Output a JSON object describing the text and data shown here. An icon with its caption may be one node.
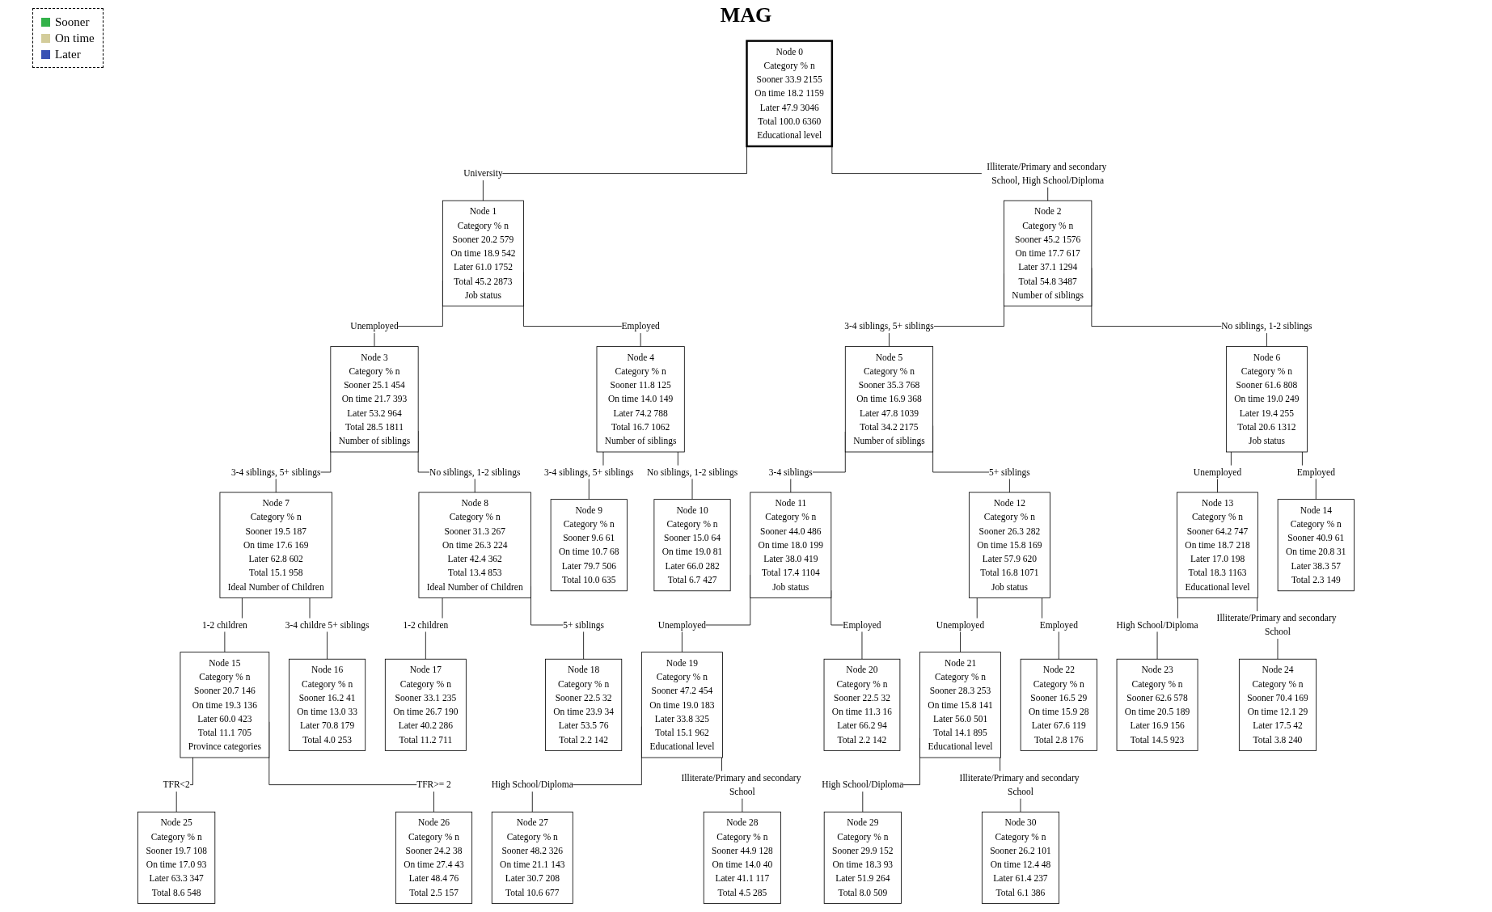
{
  "diagram": {
    "title": "MAG",
    "nodes": [
      {
        "text": [
          "Node 0",
          "Category % n",
          "Sooner 33.9 2155",
          "On time 18.2 1159",
          "Later 47.9 3046",
          "Total 100.0 6360",
          "Educational level"
        ]
      },
      {
        "text": [
          "Node 1",
          "Category % n",
          "Sooner 20.2 579",
          "On time 18.9 542",
          "Later 61.0 1752",
          "Total 45.2 2873",
          "Job status"
        ]
      },
      {
        "text": [
          "Node 2",
          "Category % n",
          "Sooner 45.2 1576",
          "On time 17.7 617",
          "Later 37.1 1294",
          "Total 54.8 3487",
          "Number of siblings"
        ]
      },
      {
        "text": [
          "Node 3",
          "Category % n",
          "Sooner 25.1 454",
          "On time 21.7 393",
          "Later 53.2 964",
          "Total 28.5 1811",
          "Number of siblings"
        ]
      },
      {
        "text": [
          "Node 4",
          "Category % n",
          "Sooner 11.8 125",
          "On time 14.0 149",
          "Later 74.2 788",
          "Total 16.7 1062",
          "Number of siblings"
        ]
      },
      {
        "text": [
          "Node 5",
          "Category % n",
          "Sooner 35.3 768",
          "On time 16.9 368",
          "Later 47.8 1039",
          "Total 34.2 2175",
          "Number of siblings"
        ]
      },
      {
        "text": [
          "Node 6",
          "Category % n",
          "Sooner 61.6 808",
          "On time 19.0 249",
          "Later 19.4 255",
          "Total 20.6 1312",
          "Job status"
        ]
      },
      {
        "text": [
          "Node 7",
          "Category % n",
          "Sooner 19.5 187",
          "On time 17.6 169",
          "Later 62.8 602",
          "Total 15.1 958",
          "Ideal Number of Children"
        ]
      },
      {
        "text": [
          "Node 8",
          "Category % n",
          "Sooner 31.3 267",
          "On time 26.3 224",
          "Later 42.4 362",
          "Total 13.4 853",
          "Ideal Number of Children"
        ]
      },
      {
        "text": [
          "Node 9",
          "Category % n",
          "Sooner 9.6 61",
          "On time 10.7 68",
          "Later 79.7 506",
          "Total 10.0 635"
        ]
      },
      {
        "text": [
          "Node 10",
          "Category % n",
          "Sooner 15.0 64",
          "On time 19.0 81",
          "Later 66.0 282",
          "Total 6.7 427"
        ]
      },
      {
        "text": [
          "Node 11",
          "Category % n",
          "Sooner 44.0 486",
          "On time 18.0 199",
          "Later 38.0 419",
          "Total 17.4 1104",
          "Job status"
        ]
      },
      {
        "text": [
          "Node 12",
          "Category % n",
          "Sooner 26.3 282",
          "On time 15.8 169",
          "Later 57.9 620",
          "Total 16.8 1071",
          "Job status"
        ]
      },
      {
        "text": [
          "Node 13",
          "Category % n",
          "Sooner 64.2 747",
          "On time 18.7 218",
          "Later 17.0 198",
          "Total 18.3 1163",
          "Educational level"
        ]
      },
      {
        "text": [
          "Node 14",
          "Category % n",
          "Sooner 40.9 61",
          "On time 20.8 31",
          "Later 38.3 57",
          "Total 2.3 149"
        ]
      },
      {
        "text": [
          "Node 15",
          "Category % n",
          "Sooner 20.7 146",
          "On time 19.3 136",
          "Later 60.0 423",
          "Total 11.1 705",
          "Province categories"
        ]
      },
      {
        "text": [
          "Node 16",
          "Category % n",
          "Sooner 16.2 41",
          "On time 13.0 33",
          "Later 70.8 179",
          "Total 4.0 253"
        ]
      },
      {
        "text": [
          "Node 17",
          "Category % n",
          "Sooner 33.1 235",
          "On time 26.7 190",
          "Later 40.2 286",
          "Total 11.2 711"
        ]
      },
      {
        "text": [
          "Node 18",
          "Category % n",
          "Sooner 22.5 32",
          "On time 23.9 34",
          "Later 53.5 76",
          "Total 2.2 142"
        ]
      },
      {
        "text": [
          "Node 19",
          "Category % n",
          "Sooner 47.2 454",
          "On time 19.0 183",
          "Later 33.8 325",
          "Total 15.1 962",
          "Educational level"
        ]
      },
      {
        "text": [
          "Node 20",
          "Category % n",
          "Sooner 22.5 32",
          "On time 11.3 16",
          "Later 66.2 94",
          "Total 2.2 142"
        ]
      },
      {
        "text": [
          "Node 21",
          "Category % n",
          "Sooner 28.3 253",
          "On time 15.8 141",
          "Later 56.0 501",
          "Total 14.1 895",
          "Educational level"
        ]
      },
      {
        "text": [
          "Node 22",
          "Category % n",
          "Sooner 16.5 29",
          "On time 15.9 28",
          "Later 67.6 119",
          "Total 2.8 176"
        ]
      },
      {
        "text": [
          "Node 23",
          "Category % n",
          "Sooner 62.6 578",
          "On time 20.5 189",
          "Later 16.9 156",
          "Total 14.5 923"
        ]
      },
      {
        "text": [
          "Node 24",
          "Category % n",
          "Sooner 70.4 169",
          "On time 12.1 29",
          "Later 17.5 42",
          "Total 3.8 240"
        ]
      },
      {
        "text": [
          "Node 25",
          "Category % n",
          "Sooner 19.7 108",
          "On time 17.0 93",
          "Later 63.3 347",
          "Total 8.6 548"
        ]
      },
      {
        "text": [
          "Node 26",
          "Category % n",
          "Sooner 24.2 38",
          "On time 27.4 43",
          "Later 48.4 76",
          "Total 2.5 157"
        ]
      },
      {
        "text": [
          "Node 27",
          "Category % n",
          "Sooner 48.2 326",
          "On time 21.1 143",
          "Later 30.7 208",
          "Total 10.6 677"
        ]
      },
      {
        "text": [
          "Node 28",
          "Category % n",
          "Sooner 44.9 128",
          "On time 14.0 40",
          "Later 41.1 117",
          "Total 4.5 285"
        ]
      },
      {
        "text": [
          "Node 29",
          "Category % n",
          "Sooner 29.9 152",
          "On time 18.3 93",
          "Later 51.9 264",
          "Total 8.0 509"
        ]
      },
      {
        "text": [
          "Node 30",
          "Category % n",
          "Sooner 26.2 101",
          "On time 12.4 48",
          "Later 61.4 237",
          "Total 6.1 386"
        ]
      }
    ],
    "edges": [
      {
        "from": 0,
        "to": 1,
        "arrow": "none",
        "label": "University"
      },
      {
        "from": 0,
        "to": 2,
        "arrow": "none",
        "label": "Illiterate/Primary and secondary School, High School/Diploma"
      },
      {
        "from": 1,
        "to": 3,
        "arrow": "none",
        "label": "Unemployed"
      },
      {
        "from": 1,
        "to": 4,
        "arrow": "none",
        "label": "Employed"
      },
      {
        "from": 2,
        "to": 5,
        "arrow": "none",
        "label": "3-4 siblings, 5+ siblings"
      },
      {
        "from": 2,
        "to": 6,
        "arrow": "none",
        "label": "No siblings, 1-2 siblings"
      },
      {
        "from": 3,
        "to": 7,
        "arrow": "none",
        "label": "3-4 siblings, 5+ siblings"
      },
      {
        "from": 3,
        "to": 8,
        "arrow": "none",
        "label": "No siblings, 1-2 siblings"
      },
      {
        "from": 4,
        "to": 9,
        "arrow": "none",
        "label": "3-4 siblings, 5+ siblings"
      },
      {
        "from": 4,
        "to": 10,
        "arrow": "none",
        "label": "No siblings, 1-2 siblings"
      },
      {
        "from": 5,
        "to": 11,
        "arrow": "none",
        "label": "3-4 siblings"
      },
      {
        "from": 5,
        "to": 12,
        "arrow": "none",
        "label": "5+ siblings"
      },
      {
        "from": 6,
        "to": 13,
        "arrow": "none",
        "label": "Unemployed"
      },
      {
        "from": 6,
        "to": 14,
        "arrow": "none",
        "label": "Employed"
      },
      {
        "from": 7,
        "to": 15,
        "arrow": "none",
        "label": "1-2 children"
      },
      {
        "from": 7,
        "to": 16,
        "arrow": "none",
        "label": "3-4 childre 5+ siblings"
      },
      {
        "from": 8,
        "to": 17,
        "arrow": "none",
        "label": "1-2 children"
      },
      {
        "from": 8,
        "to": 18,
        "arrow": "none",
        "label": "5+ siblings"
      },
      {
        "from": 11,
        "to": 19,
        "arrow": "none",
        "label": "Unemployed"
      },
      {
        "from": 11,
        "to": 20,
        "arrow": "none",
        "label": "Employed"
      },
      {
        "from": 12,
        "to": 21,
        "arrow": "none",
        "label": "Unemployed"
      },
      {
        "from": 12,
        "to": 22,
        "arrow": "none",
        "label": "Employed"
      },
      {
        "from": 13,
        "to": 23,
        "arrow": "none",
        "label": "High School/Diploma"
      },
      {
        "from": 13,
        "to": 24,
        "arrow": "none",
        "label": "Illiterate/Primary and secondary School"
      },
      {
        "from": 15,
        "to": 25,
        "arrow": "none",
        "label": "TFR<2"
      },
      {
        "from": 15,
        "to": 26,
        "arrow": "none",
        "label": "TFR>= 2"
      },
      {
        "from": 19,
        "to": 27,
        "arrow": "none",
        "label": "High School/Diploma"
      },
      {
        "from": 19,
        "to": 28,
        "arrow": "none",
        "label": "Illiterate/Primary and secondary School"
      },
      {
        "from": 21,
        "to": 29,
        "arrow": "none",
        "label": "High School/Diploma"
      },
      {
        "from": 21,
        "to": 30,
        "arrow": "none",
        "label": "Illiterate/Primary and secondary School"
      }
    ],
    "legend": [
      {
        "text": "Sooner",
        "color": "#33b24a"
      },
      {
        "text": "On time",
        "color": "#d3cc9a"
      },
      {
        "text": "Later",
        "color": "#3a52b4"
      }
    ]
  }
}
